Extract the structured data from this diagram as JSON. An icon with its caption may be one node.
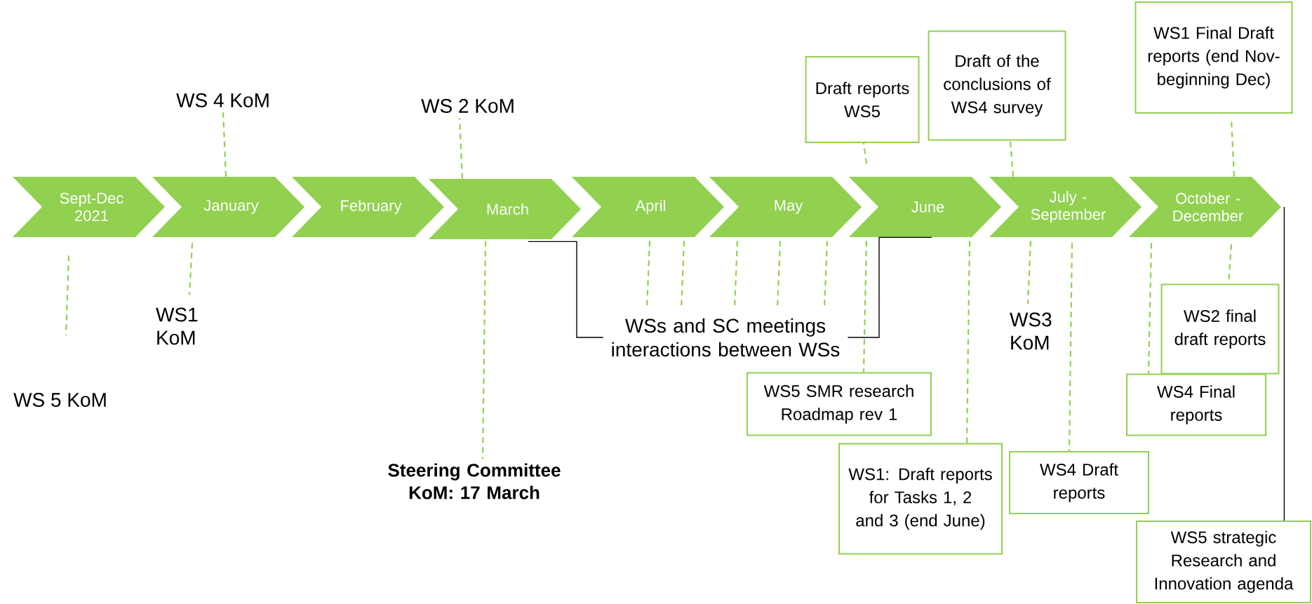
{
  "diagram": {
    "nodes": [
      {
        "text": [
          "Sept-Dec 2021"
        ]
      },
      {
        "text": [
          "January"
        ]
      },
      {
        "text": [
          "February"
        ]
      },
      {
        "text": [
          "March"
        ]
      },
      {
        "text": [
          "April"
        ]
      },
      {
        "text": [
          "May"
        ]
      },
      {
        "text": [
          "June"
        ]
      },
      {
        "text": [
          "July - September"
        ]
      },
      {
        "text": [
          "October - December"
        ]
      },
      {
        "text": [
          "WS 4 KoM"
        ]
      },
      {
        "text": [
          "WS 2 KoM"
        ]
      },
      {
        "text": [
          "Draft reports WS5"
        ]
      },
      {
        "text": [
          "Draft of the conclusions of WS4 survey"
        ]
      },
      {
        "text": [
          "WS1 Final Draft reports (end Nov-beginning Dec)"
        ]
      },
      {
        "text": [
          "WS1 KoM"
        ]
      },
      {
        "text": [
          "WS 5 KoM"
        ]
      },
      {
        "text": [
          "WSs and SC meetings interactions between WSs"
        ]
      },
      {
        "text": [
          "WS3 KoM"
        ]
      },
      {
        "text": [
          "WS2 final draft reports"
        ]
      },
      {
        "text": [
          "WS5 SMR research Roadmap rev 1"
        ]
      },
      {
        "text": [
          "WS4 Final reports"
        ]
      },
      {
        "text": [
          "WS1: Draft reports for Tasks 1, 2 and 3 (end June)"
        ]
      },
      {
        "text": [
          "WS4 Draft reports"
        ]
      },
      {
        "text": [
          "Steering Committee KoM: 17 March"
        ]
      },
      {
        "text": [
          "WS5 strategic Research and Innovation agenda"
        ]
      }
    ],
    "edges": [
      {
        "from": 1,
        "to": 9,
        "arrow": "none",
        "style": "dashed"
      },
      {
        "from": 3,
        "to": 10,
        "arrow": "none",
        "style": "dashed"
      },
      {
        "from": 6,
        "to": 11,
        "arrow": "none",
        "style": "dashed"
      },
      {
        "from": 7,
        "to": 12,
        "arrow": "none",
        "style": "dashed"
      },
      {
        "from": 8,
        "to": 13,
        "arrow": "none",
        "style": "dashed"
      },
      {
        "from": 0,
        "to": 15,
        "arrow": "none",
        "style": "dashed"
      },
      {
        "from": 1,
        "to": 14,
        "arrow": "none",
        "style": "dashed"
      },
      {
        "from": 3,
        "to": 23,
        "arrow": "none",
        "style": "dashed"
      },
      {
        "from": 4,
        "to": 16,
        "arrow": "none",
        "style": "dashed"
      },
      {
        "from": 4,
        "to": 16,
        "arrow": "none",
        "style": "dashed"
      },
      {
        "from": 5,
        "to": 16,
        "arrow": "none",
        "style": "dashed"
      },
      {
        "from": 5,
        "to": 16,
        "arrow": "none",
        "style": "dashed"
      },
      {
        "from": 5,
        "to": 16,
        "arrow": "none",
        "style": "dashed"
      },
      {
        "from": 3,
        "to": 16,
        "arrow": "none",
        "color": "#000000"
      },
      {
        "from": 6,
        "to": 16,
        "arrow": "none",
        "color": "#000000"
      },
      {
        "from": 6,
        "to": 19,
        "arrow": "none",
        "style": "dashed"
      },
      {
        "from": 6,
        "to": 21,
        "arrow": "none",
        "style": "dashed"
      },
      {
        "from": 7,
        "to": 17,
        "arrow": "none",
        "style": "dashed"
      },
      {
        "from": 7,
        "to": 22,
        "arrow": "none",
        "style": "dashed"
      },
      {
        "from": 8,
        "to": 20,
        "arrow": "none",
        "style": "dashed"
      },
      {
        "from": 8,
        "to": 18,
        "arrow": "none",
        "style": "dashed"
      },
      {
        "from": 8,
        "to": 24,
        "arrow": "none",
        "color": "#000000"
      }
    ]
  }
}
